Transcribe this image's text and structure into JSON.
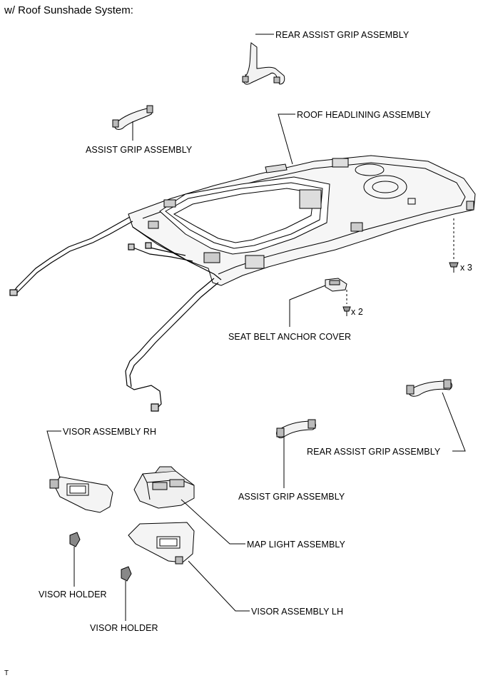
{
  "header": {
    "title": "w/ Roof Sunshade System:"
  },
  "labels": {
    "rear_assist_grip_top": "REAR ASSIST GRIP ASSEMBLY",
    "roof_headlining": "ROOF HEADLINING ASSEMBLY",
    "assist_grip_left": "ASSIST GRIP ASSEMBLY",
    "qty_3": "x 3",
    "qty_2": "x 2",
    "seat_belt_anchor_cover": "SEAT BELT ANCHOR COVER",
    "visor_rh": "VISOR ASSEMBLY RH",
    "rear_assist_grip_right": "REAR ASSIST GRIP ASSEMBLY",
    "assist_grip_center": "ASSIST GRIP ASSEMBLY",
    "map_light": "MAP LIGHT ASSEMBLY",
    "visor_holder_1": "VISOR HOLDER",
    "visor_lh": "VISOR ASSEMBLY LH",
    "visor_holder_2": "VISOR HOLDER"
  },
  "footer": {
    "code": "T"
  }
}
